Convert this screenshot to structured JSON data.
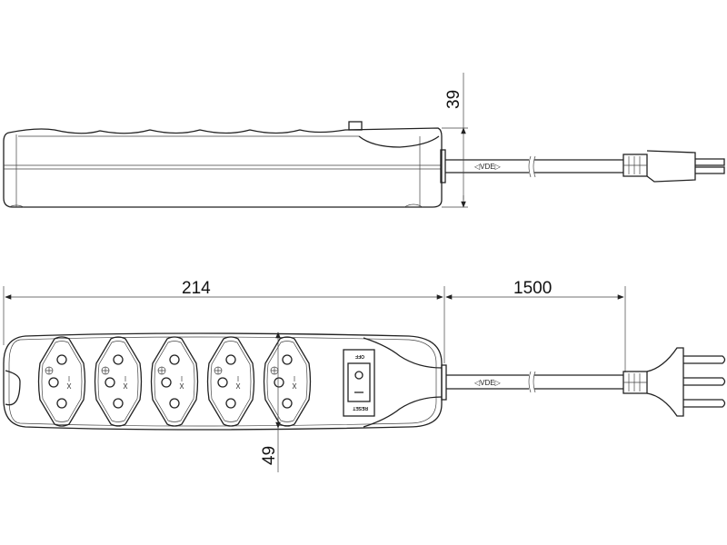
{
  "dimensions": {
    "height_side": "39",
    "length_body": "214",
    "cable_length": "1500",
    "width_top": "49"
  },
  "cable_marking": "◁VDE▷",
  "switch": {
    "top_label": "OFF",
    "bottom_label": "RESET"
  },
  "socket_count": 5
}
